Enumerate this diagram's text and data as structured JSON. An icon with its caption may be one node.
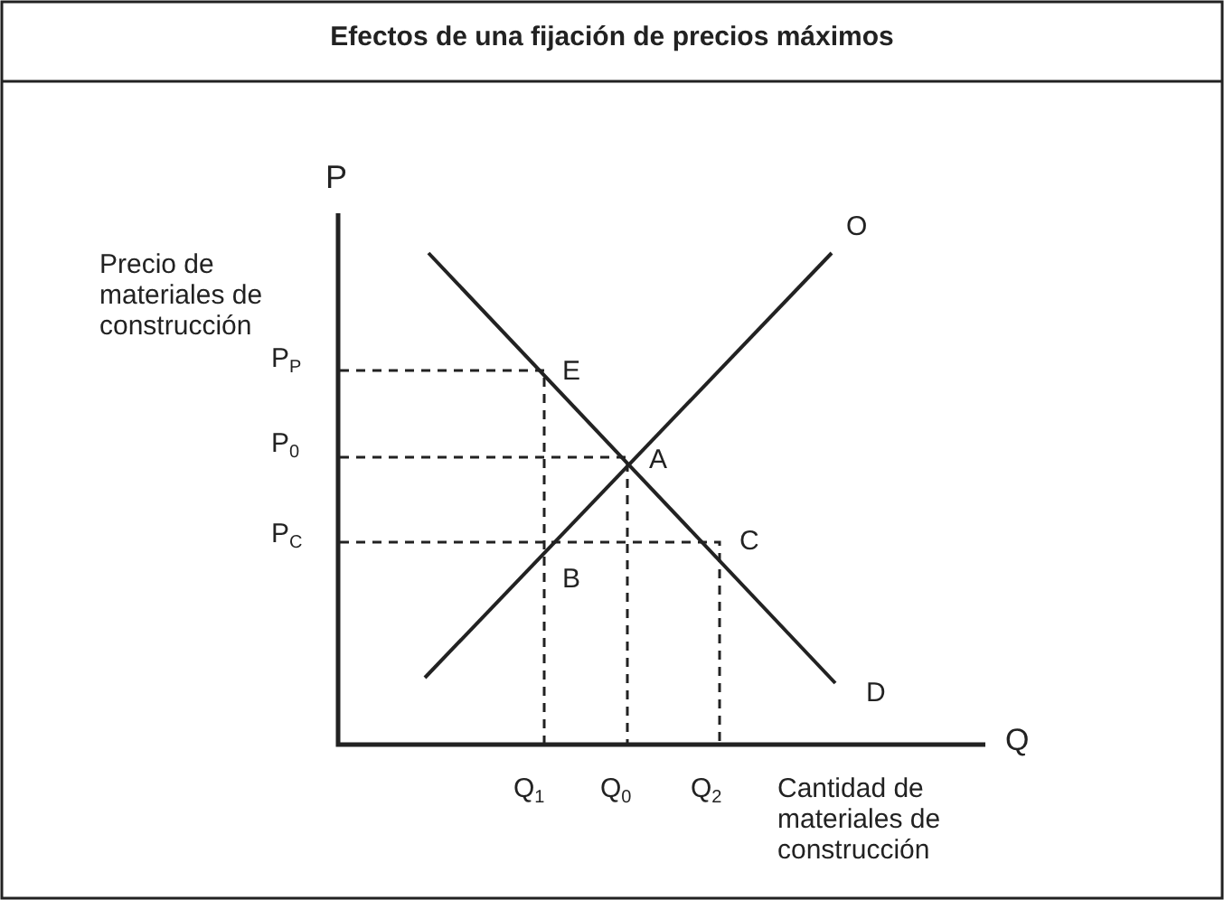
{
  "diagram": {
    "title": "Efectos de una fijación de precios máximos",
    "labels": [
      "P",
      "Precio de materiales de construcción",
      "O",
      "P$_{P}$",
      "E",
      "P$_{0}$",
      "A",
      "P$_{C}$",
      "C",
      "B",
      "D",
      "Q",
      "Q$_{1}$",
      "Q$_{0}$",
      "Q$_{2}$",
      "Cantidad de materiales de construcción"
    ]
  }
}
